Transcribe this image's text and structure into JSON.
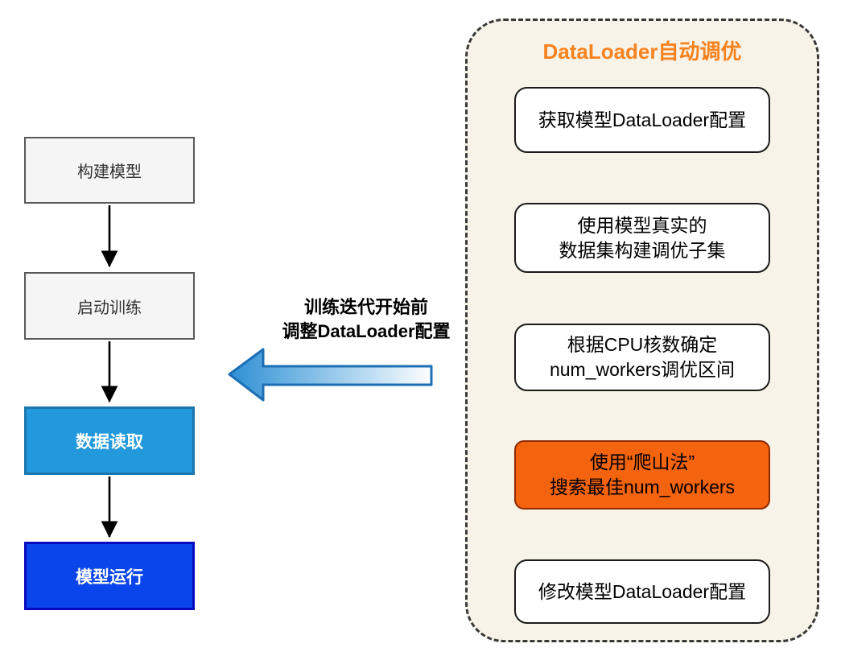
{
  "left_flow": {
    "steps": [
      {
        "label": "构建模型",
        "variant": "gray"
      },
      {
        "label": "启动训练",
        "variant": "gray"
      },
      {
        "label": "数据读取",
        "variant": "lightblue"
      },
      {
        "label": "模型运行",
        "variant": "blue"
      }
    ]
  },
  "connector": {
    "line1": "训练迭代开始前",
    "line2": "调整DataLoader配置"
  },
  "panel": {
    "title": "DataLoader自动调优",
    "steps": [
      {
        "line1": "获取模型DataLoader配置",
        "variant": "white"
      },
      {
        "line1": "使用模型真实的",
        "line2": "数据集构建调优子集",
        "variant": "white"
      },
      {
        "line1": "根据CPU核数确定",
        "line2": "num_workers调优区间",
        "variant": "white"
      },
      {
        "line1": "使用“爬山法”",
        "line2": "搜索最佳num_workers",
        "variant": "orange"
      },
      {
        "line1": "修改模型DataLoader配置",
        "variant": "white"
      }
    ]
  },
  "colors": {
    "panel_bg": "#F7F3E8",
    "panel_title_orange": "#F8821E",
    "orange_step_bg": "#F4630D",
    "orange_step_border": "#8F2900",
    "gray_step_bg": "#F5F5F5",
    "lightblue_step_bg": "#2199DC",
    "blue_step_bg": "#0A45EB",
    "connector_arrow_blue": "#2E8FD4",
    "connector_arrow_stroke": "#1C6FB5"
  }
}
